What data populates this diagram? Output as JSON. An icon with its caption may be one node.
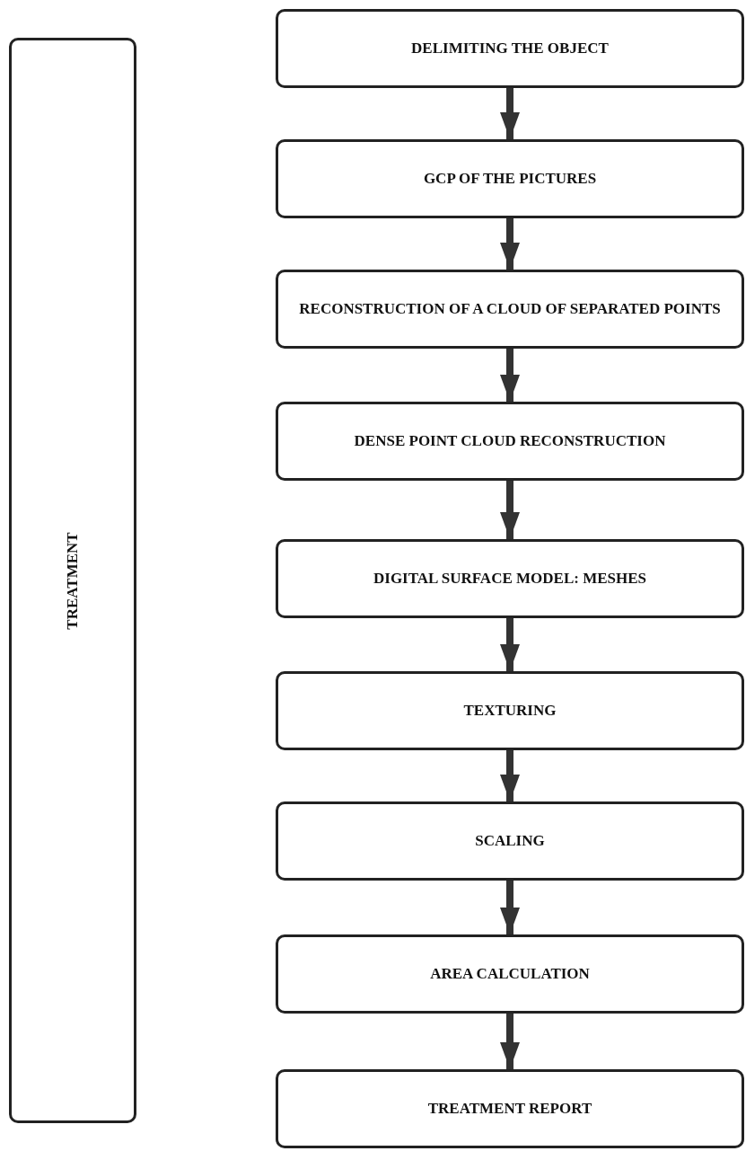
{
  "diagram": {
    "nodes": [
      {
        "text": [
          "TREATMENT"
        ]
      },
      {
        "text": [
          "DELIMITING THE OBJECT"
        ]
      },
      {
        "text": [
          "GCP OF THE PICTURES"
        ]
      },
      {
        "text": [
          "RECONSTRUCTION OF A CLOUD OF SEPARATED POINTS"
        ]
      },
      {
        "text": [
          "DENSE POINT CLOUD RECONSTRUCTION"
        ]
      },
      {
        "text": [
          "DIGITAL SURFACE MODEL: MESHES"
        ]
      },
      {
        "text": [
          "TEXTURING"
        ]
      },
      {
        "text": [
          "SCALING"
        ]
      },
      {
        "text": [
          "AREA CALCULATION"
        ]
      },
      {
        "text": [
          "TREATMENT REPORT"
        ]
      }
    ],
    "edges": [
      {
        "from": 1,
        "to": 2,
        "arrow": "to"
      },
      {
        "from": 2,
        "to": 3,
        "arrow": "to"
      },
      {
        "from": 3,
        "to": 4,
        "arrow": "to"
      },
      {
        "from": 4,
        "to": 5,
        "arrow": "to"
      },
      {
        "from": 5,
        "to": 6,
        "arrow": "to"
      },
      {
        "from": 6,
        "to": 7,
        "arrow": "to"
      },
      {
        "from": 7,
        "to": 8,
        "arrow": "to"
      },
      {
        "from": 8,
        "to": 9,
        "arrow": "to"
      }
    ]
  }
}
